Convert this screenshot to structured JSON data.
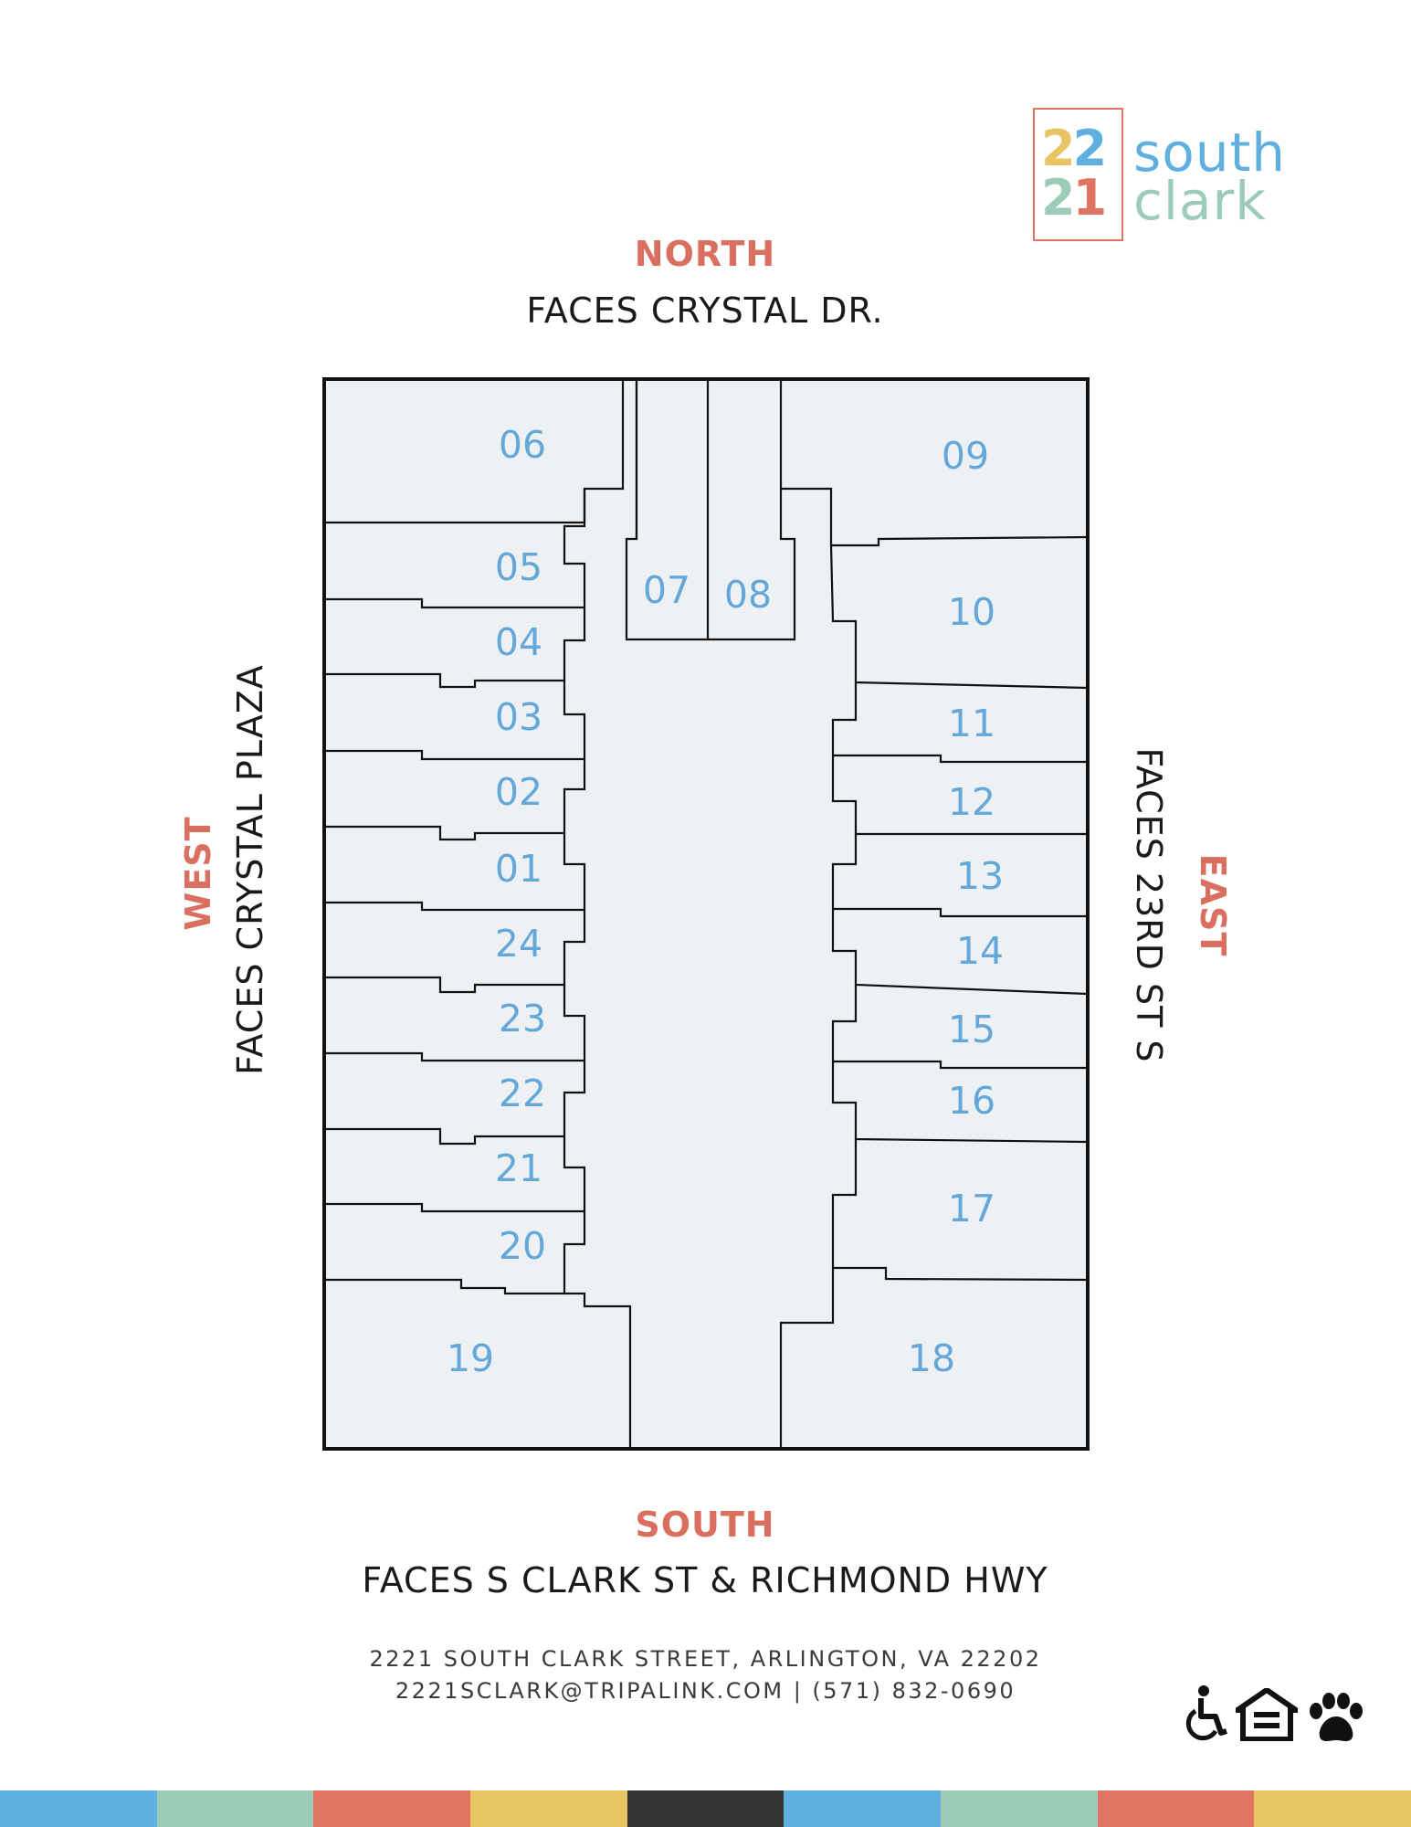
{
  "brand": {
    "logo_number_top": "22",
    "logo_number_bottom": "21",
    "logo_word_top": "south",
    "logo_word_bottom": "clark",
    "colors": {
      "coral": "#e07462",
      "yellow": "#e8c464",
      "blue": "#5fb0e0",
      "sage": "#9ccbb7",
      "dark": "#333333"
    }
  },
  "compass": {
    "north": {
      "direction": "NORTH",
      "faces": "FACES CRYSTAL DR."
    },
    "south": {
      "direction": "SOUTH",
      "faces": "FACES S CLARK ST & RICHMOND HWY"
    },
    "west": {
      "direction": "WEST",
      "faces": "FACES CRYSTAL PLAZA"
    },
    "east": {
      "direction": "EAST",
      "faces": "FACES 23RD ST S"
    }
  },
  "floor_plan": {
    "units": [
      "06",
      "05",
      "04",
      "03",
      "02",
      "01",
      "24",
      "23",
      "22",
      "21",
      "20",
      "19",
      "07",
      "08",
      "09",
      "10",
      "11",
      "12",
      "13",
      "14",
      "15",
      "16",
      "17",
      "18"
    ]
  },
  "footer": {
    "address": "2221 SOUTH CLARK STREET, ARLINGTON, VA 22202",
    "contact": "2221SCLARK@TRIPALINK.COM | (571) 832-0690",
    "icons": [
      "accessibility-icon",
      "equal-housing-icon",
      "pet-friendly-icon"
    ]
  },
  "stripes": [
    "#5fb0e0",
    "#9ccbb7",
    "#e07462",
    "#e8c464",
    "#333333",
    "#5fb0e0",
    "#9ccbb7",
    "#e07462",
    "#e8c464"
  ]
}
